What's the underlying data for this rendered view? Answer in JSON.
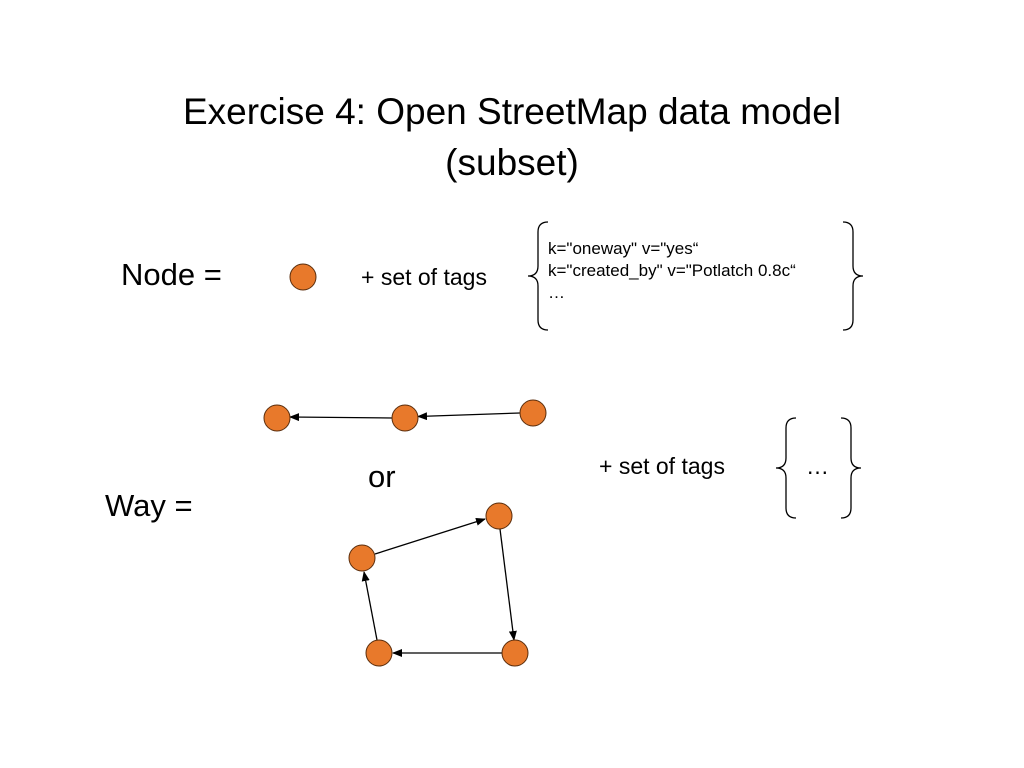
{
  "slide": {
    "title_line1": "Exercise 4: Open StreetMap data model",
    "title_line2": "(subset)"
  },
  "node_section": {
    "label": "Node =",
    "tags_label": "+ set of tags",
    "tag_lines": [
      "k=\"oneway\" v=\"yes“",
      "k=\"created_by\" v=\"Potlatch 0.8c“",
      "…"
    ]
  },
  "way_section": {
    "label": "Way =",
    "or_label": "or",
    "tags_label": "+ set of tags",
    "tag_ellipsis": "…"
  },
  "colors": {
    "node_fill": "#E8792B",
    "node_stroke": "#5a2d0c",
    "line": "#000000"
  }
}
